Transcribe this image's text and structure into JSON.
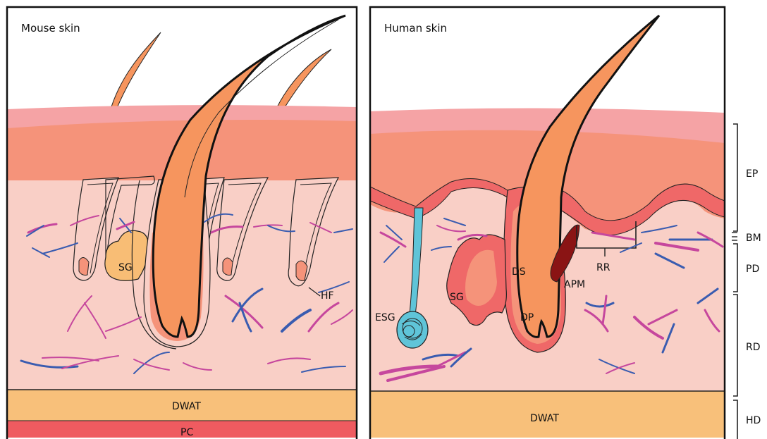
{
  "panels": {
    "mouse": {
      "title": "Mouse skin"
    },
    "human": {
      "title": "Human skin"
    }
  },
  "labels": {
    "mouse_sg": "SG",
    "mouse_hf": "HF",
    "mouse_dwat": "DWAT",
    "mouse_pc": "PC",
    "human_esg": "ESG",
    "human_sg": "SG",
    "human_ds": "DS",
    "human_dp": "DP",
    "human_apm": "APM",
    "human_rr": "RR",
    "human_dwat": "DWAT"
  },
  "layers": [
    "EP",
    "BM",
    "PD",
    "RD",
    "HD"
  ],
  "colors": {
    "stratum": "#f5a3a5",
    "epidermis": "#f5937a",
    "dermis": "#f9cfc6",
    "dermis_red": "#ef6868",
    "hair": "#f6955e",
    "dwat": "#f8c07a",
    "pc": "#ef5b60",
    "sebaceous": "#f8bd75",
    "sweat_gland": "#5fc4d8",
    "apm": "#8a1414",
    "fiber_blue": "#3a5cb0",
    "fiber_pink": "#c6479d"
  }
}
